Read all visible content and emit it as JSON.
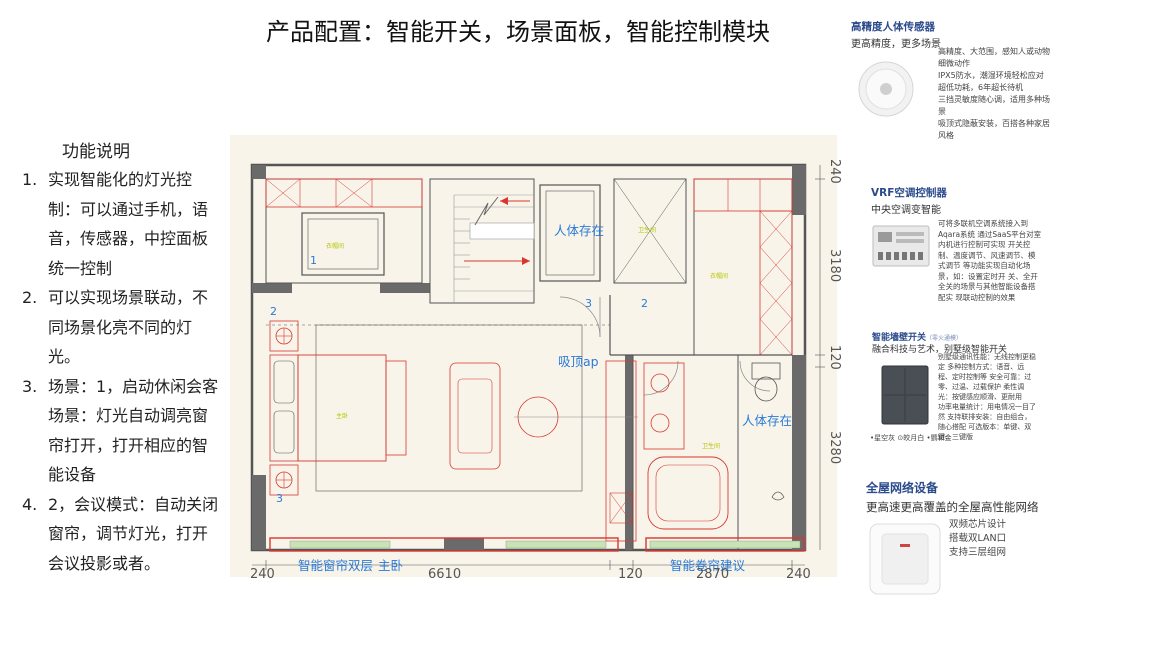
{
  "title": "产品配置：智能开关，场景面板，智能控制模块",
  "features": {
    "heading": "功能说明",
    "items": [
      {
        "num": "1.",
        "text": "实现智能化的灯光控制：可以通过手机，语音，传感器，中控面板统一控制"
      },
      {
        "num": "2.",
        "text": "可以实现场景联动，不同场景化亮不同的灯光。"
      },
      {
        "num": "3.",
        "text": "场景：1，启动休闲会客场景：灯光自动调亮窗帘打开，打开相应的智能设备"
      },
      {
        "num": "4.",
        "text": "2，会议模式：自动关闭窗帘，调节灯光，打开会议投影或者。"
      }
    ]
  },
  "floorplan": {
    "labels": {
      "presence_top": "人体存在",
      "presence_bath": "人体存在",
      "ceiling_ap": "吸顶ap",
      "curtain_double": "智能窗帘双层",
      "master_bedroom": "主卧",
      "rolling_blind": "智能卷帘建议"
    },
    "markers": [
      "1",
      "2",
      "3",
      "2",
      "3"
    ],
    "room_tags": [
      "衣帽间",
      "卫生间",
      "衣帽间",
      "主卧",
      "卫生间"
    ],
    "dimensions": {
      "bottom": [
        "240",
        "6610",
        "120",
        "2870",
        "240"
      ],
      "right": [
        "240",
        "3180",
        "120",
        "3280"
      ]
    }
  },
  "products": [
    {
      "name": "高精度人体传感器",
      "subtitle": "更高精度，更多场景",
      "icon": "presence-sensor-icon",
      "lines": [
        "高精度、大范围，感知人或动物细微动作",
        "IPX5防水，潮湿环境轻松应对",
        "超低功耗，6年超长待机",
        "三挡灵敏度随心调，适用多种场景",
        "吸顶式隐蔽安装，百搭各种家居风格"
      ]
    },
    {
      "name": "VRF空调控制器",
      "subtitle": "中央空调变智能",
      "icon": "vrf-controller-icon",
      "lines": [
        "可将多联机空调系统接入到Aqara系统 通过SaaS平台对室内机进行控制可实现 开关控制、温度调节、风速调节、模式调节 等功能实现自动化场景，如：设置定时开 关、全开全关的场景与其他智能设备搭配实 现联动控制的效果"
      ]
    },
    {
      "name": "智能墙壁开关",
      "name_note": "（零火通模）",
      "subtitle": "融合科技与艺术，别墅级智能开关",
      "icon": "wall-switch-icon",
      "lines": [
        "别墅级通讯性能：无线控制更稳定 多种控制方式：语音、远程、定时控制等 安全可靠：过零、过温、过载保护 柔性调光：按键感应顺滑、更耐用",
        "功率电量统计：用电情况一目了然 支持联排安装：自由组合，随心搭配 可选版本：单键、双键、三键版"
      ],
      "colors": "•星空灰  ⊙皎月白  •鹦和金"
    },
    {
      "name": "全屋网络设备",
      "subtitle": "更高速更高覆盖的全屋高性能网络",
      "icon": "wifi-ap-icon",
      "lines": [
        "双频芯片设计",
        "搭载双LAN口",
        "支持三层组网"
      ]
    }
  ],
  "colors": {
    "accent_blue": "#2a7ad8",
    "plan_red": "#d8372f",
    "plan_wall": "#6a6a6a",
    "plan_bg": "#f8f4ea",
    "product_title": "#2b4a8c"
  }
}
